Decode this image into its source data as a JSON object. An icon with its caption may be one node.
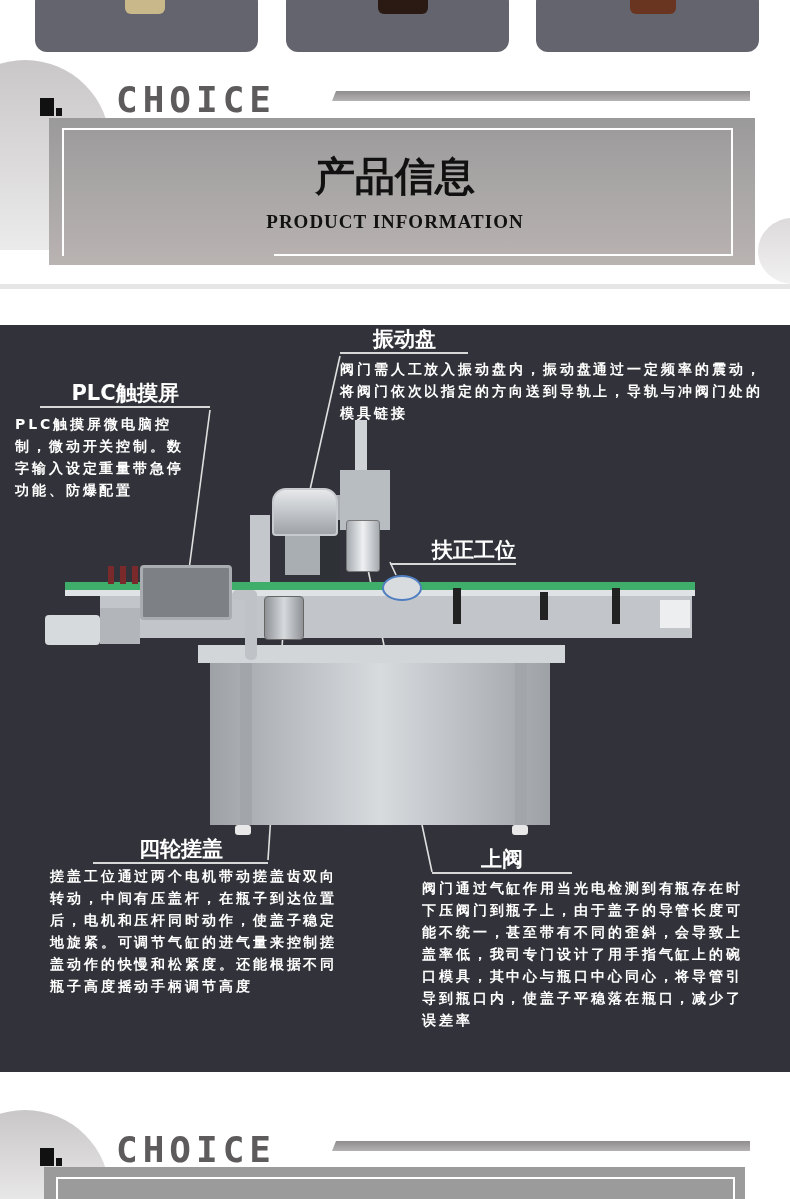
{
  "diagram": {
    "title": "产品信息",
    "nodes": [
      {
        "text": [
          "振动盘",
          "阀门需人工放入振动盘内，振动盘通过一定频率的震动，将阀门依次以指定的方向送到导轨上，导轨与冲阀门处的模具链接"
        ]
      },
      {
        "text": [
          "PLC触摸屏",
          "PLC触摸屏微电脑控制，微动开关控制。数字输入设定重量带急停功能、防爆配置"
        ]
      },
      {
        "text": [],
        "shape": "picture"
      },
      {
        "text": [],
        "shape": "box",
        "in": 2
      },
      {
        "text": [],
        "shape": "box",
        "in": 2
      },
      {
        "text": [],
        "shape": "box",
        "in": 2
      },
      {
        "text": [],
        "shape": "box",
        "in": 2
      },
      {
        "text": [],
        "shape": "box",
        "in": 2
      },
      {
        "text": [
          "扶正工位"
        ],
        "in": 2
      },
      {
        "text": [
          "四轮搓盖",
          "搓盖工位通过两个电机带动搓盖齿双向转动，中间有压盖杆，在瓶子到达位置后，电机和压杆同时动作，使盖子稳定地旋紧。可调节气缸的进气量来控制搓盖动作的快慢和松紧度。还能根据不同瓶子高度摇动手柄调节高度"
        ]
      },
      {
        "text": [
          "上阀",
          "阀门通过气缸作用当光电检测到有瓶存在时下压阀门到瓶子上，由于盖子的导管长度可能不统一，甚至带有不同的歪斜，会导致上盖率低，我司专门设计了用手指气缸上的碗口模具，其中心与瓶口中心同心，将导管引导到瓶口内，使盖子平稳落在瓶口，减少了误差率"
        ]
      }
    ],
    "edges": [
      {
        "from": 0,
        "to": 3,
        "arrow": "none"
      },
      {
        "from": 1,
        "to": 4,
        "arrow": "none"
      },
      {
        "from": 8,
        "to": 5,
        "arrow": "none"
      },
      {
        "from": 9,
        "to": 6,
        "arrow": "none"
      },
      {
        "from": 10,
        "to": 7,
        "arrow": "none"
      }
    ],
    "labels": [
      "CHOICE",
      "PRODUCT INFORMATION",
      "CHOICE"
    ]
  }
}
